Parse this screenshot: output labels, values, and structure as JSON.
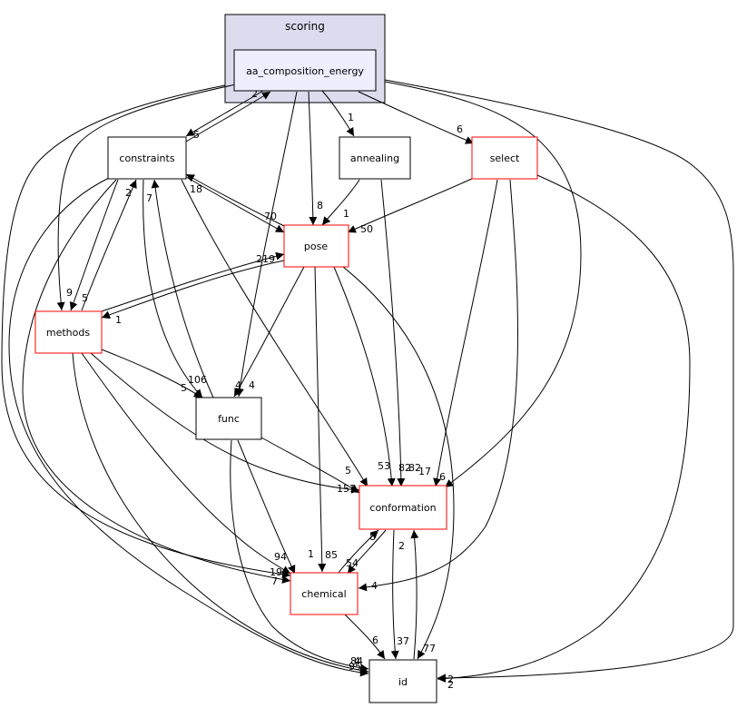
{
  "cluster": {
    "label": "scoring"
  },
  "nodes": {
    "aa_composition_energy": "aa_composition_energy",
    "constraints": "constraints",
    "annealing": "annealing",
    "select": "select",
    "pose": "pose",
    "methods": "methods",
    "func": "func",
    "conformation": "conformation",
    "chemical": "chemical",
    "id": "id"
  },
  "edge_labels": {
    "aa_to_constraints": "5",
    "constraints_to_aa": "2",
    "aa_to_annealing": "1",
    "aa_to_select": "6",
    "aa_to_pose": "8",
    "aa_to_func": "4",
    "aa_to_methods": "9",
    "aa_to_conformation": "6",
    "aa_to_id": "2",
    "aa_to_chemical": "19",
    "constraints_to_pose": "70",
    "pose_to_constraints": "18",
    "constraints_to_methods": "5",
    "methods_to_constraints": "2",
    "func_to_constraints": "7",
    "constraints_to_func": "106",
    "constraints_to_conformation": "53",
    "constraints_to_id": "95",
    "annealing_to_pose": "1",
    "annealing_to_conformation": "82",
    "select_to_pose": "50",
    "select_to_conformation": "17",
    "select_to_chemical": "4",
    "select_to_id": "2",
    "pose_to_methods": "1",
    "methods_to_pose": "219",
    "pose_to_func": "4",
    "pose_to_conformation": "82",
    "pose_to_chemical": "85",
    "pose_to_id": "77",
    "methods_to_func": "5",
    "methods_to_conformation": "157",
    "methods_to_chemical": "94",
    "methods_to_id": "84",
    "func_to_conformation": "5",
    "func_to_chemical": "1",
    "func_to_id": "4",
    "conformation_to_chemical": "54",
    "chemical_to_conformation": "8",
    "conformation_to_id": "37",
    "id_to_conformation": "2",
    "chemical_to_id": "6",
    "constraints_to_chemical": "7"
  },
  "colors": {
    "cluster_fill": "#dcdcee",
    "cluster_stroke": "#000000",
    "focus_fill": "#eeeeff",
    "focus_stroke": "#000000",
    "node_black": "#000000",
    "node_red": "#ff0000",
    "edge": "#000000"
  }
}
